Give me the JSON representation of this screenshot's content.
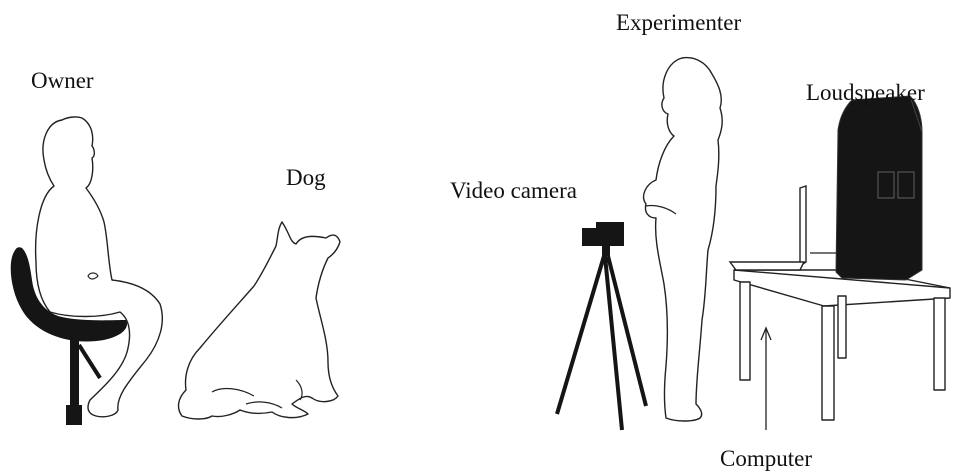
{
  "labels": {
    "owner": "Owner",
    "dog": "Dog",
    "video_camera": "Video camera",
    "experimenter": "Experimenter",
    "loudspeaker": "Loudspeaker",
    "computer": "Computer"
  },
  "colors": {
    "outline": "#222222",
    "fill_dark": "#151515",
    "background": "#ffffff"
  }
}
